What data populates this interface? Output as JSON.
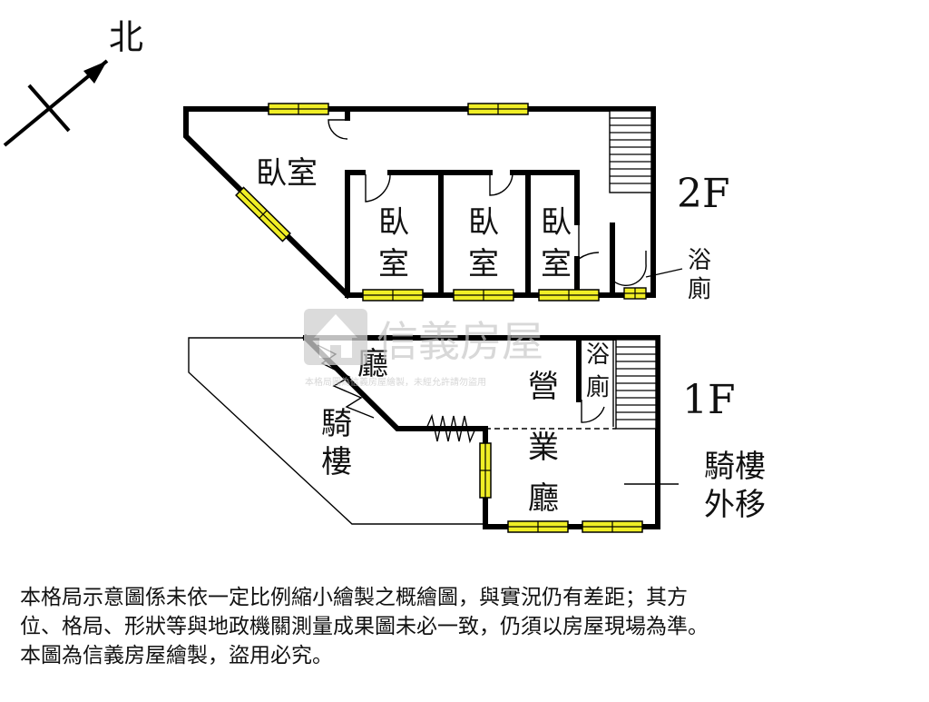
{
  "compass": {
    "label": "北"
  },
  "floors": {
    "second": {
      "label": "2F",
      "rooms": {
        "bedroom_main": "臥室",
        "bedroom_1": [
          "臥",
          "室"
        ],
        "bedroom_2": [
          "臥",
          "室"
        ],
        "bedroom_3": [
          "臥",
          "室"
        ],
        "bathroom": [
          "浴",
          "廁"
        ]
      }
    },
    "first": {
      "label": "1F",
      "rooms": {
        "hall": "廳",
        "arcade": [
          "騎",
          "樓"
        ],
        "bathroom": [
          "浴",
          "廁"
        ],
        "business_hall": [
          "營",
          "業",
          "廳"
        ],
        "arcade_moved": [
          "騎樓",
          "外移"
        ]
      }
    }
  },
  "watermark": {
    "brand": "信義房屋",
    "notice": "本格局圖為信義房屋繪製，未經允許請勿盜用"
  },
  "disclaimer": {
    "line1": "本格局示意圖係未依一定比例縮小繪製之概繪圖，與實況仍有差距；其方",
    "line2": "位、格局、形狀等與地政機關測量成果圖未必一致，仍須以房屋現場為準。",
    "line3": "本圖為信義房屋繪製，盜用必究。"
  },
  "colors": {
    "window": "#f0ee26",
    "wall": "#000000",
    "watermark": "#c7c7c7"
  }
}
